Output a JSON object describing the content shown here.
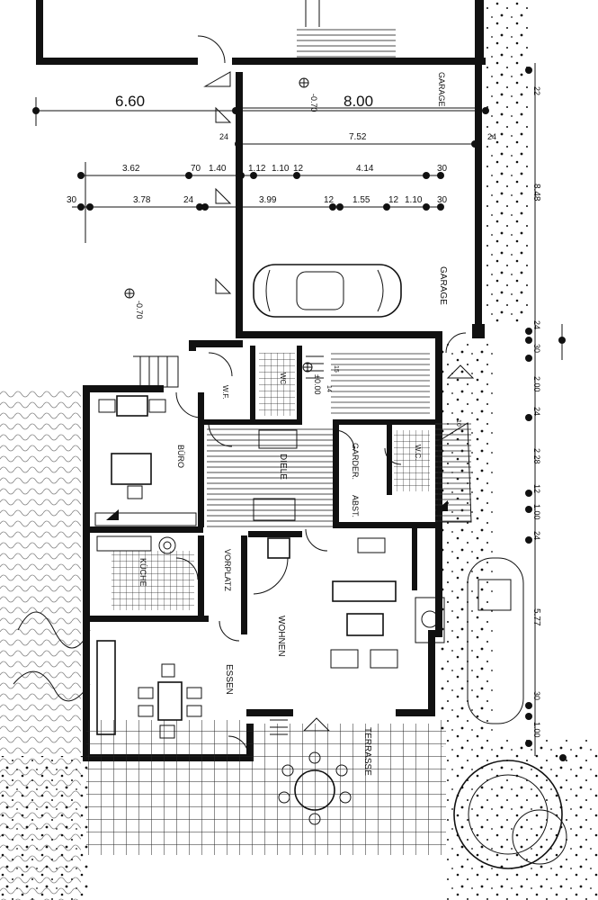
{
  "dimensions": {
    "top_left": "6.60",
    "top_right": "8.00",
    "garage_inner": "7.52",
    "row1": [
      "3.62",
      "70",
      "1.40",
      "1.12",
      "1.10",
      "12",
      "4.14",
      "30"
    ],
    "row2": [
      "30",
      "3.78",
      "24",
      "3.99",
      "12",
      "1.55",
      "12",
      "1.10",
      "30"
    ],
    "small24a": "24",
    "small24b": "24",
    "right_col": [
      "24",
      "30",
      "2.00",
      "24",
      "2.28",
      "12",
      "1.00",
      "24",
      "5.77",
      "30",
      "1.00"
    ],
    "garage_depth": "8.48",
    "right_top": "22"
  },
  "levels": {
    "l1": "-0.70",
    "l2": "-0.70",
    "l3": "±0.00"
  },
  "rooms": {
    "garage_top": "GARAGE",
    "garage": "GARAGE",
    "buero": "BÜRO",
    "diele": "DIELE",
    "garderobe": "GARDER.",
    "abst": "ABST.",
    "wc1": "WC",
    "wc2": "W.C.",
    "wf": "W.F.",
    "kueche": "KÜCHE",
    "vorplatz": "VORPLATZ",
    "wohnen": "WOHNEN",
    "essen": "ESSEN",
    "terrasse": "TERRASSE"
  },
  "stairs": {
    "n15": "15",
    "n14": "14",
    "n10": "10"
  }
}
